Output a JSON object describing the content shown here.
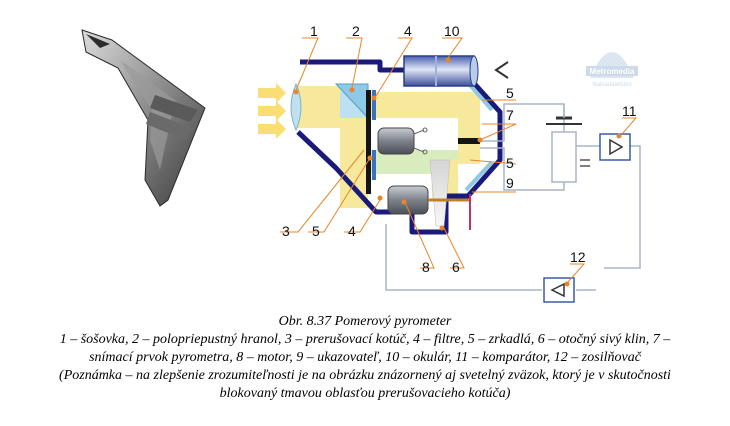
{
  "diagram": {
    "labels": {
      "l1": "1",
      "l2": "2",
      "l3": "3",
      "l4a": "4",
      "l4b": "4",
      "l5a": "5",
      "l5b": "5",
      "l5c": "5",
      "l6": "6",
      "l7": "7",
      "l8": "8",
      "l9": "9",
      "l10": "10",
      "l11": "11",
      "l12": "12"
    },
    "watermark": {
      "text": "Metromedia",
      "subtext": "Nakladatelstvo"
    },
    "colors": {
      "housing": "#1a1a7a",
      "beam": "#f4e27a",
      "beam_blue": "#a8d8ee",
      "leader": "#e8852a",
      "wire": "#a9b6c6",
      "arrow": "#f7d85a"
    }
  },
  "caption": {
    "title": "Obr. 8.37 Pomerový pyrometer",
    "line1": "1 – šošovka, 2 – polopriepustný hranol, 3 – prerušovací kotúč, 4 – filtre, 5 – zrkadlá, 6 – otočný sivý klin, 7 –",
    "line2": "snímací prvok pyrometra, 8 – motor, 9 – ukazovateľ, 10 – okulár, 11 – komparátor, 12 – zosilňovač",
    "line3": "(Poznámka – na zlepšenie zrozumiteľnosti je na obrázku znázornený aj svetelný zväzok, ktorý je v skutočnosti",
    "line4": "blokovaný tmavou oblasťou prerušovacieho kotúča)"
  }
}
